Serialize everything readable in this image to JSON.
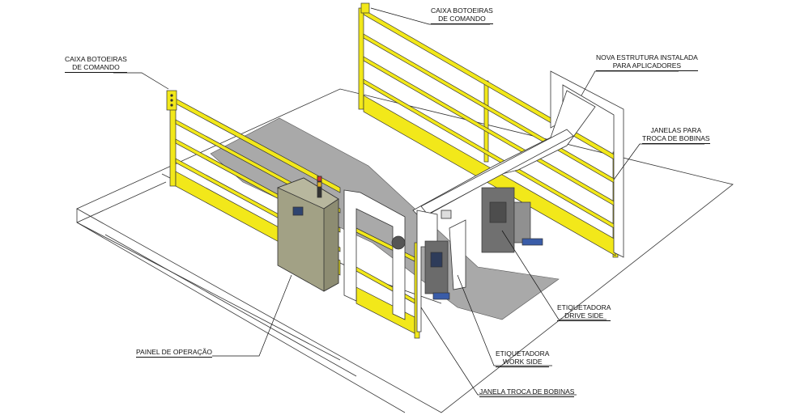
{
  "labels": {
    "caixa_top": [
      "CAIXA BOTOEIRAS",
      "DE COMANDO"
    ],
    "caixa_left": [
      "CAIXA BOTOEIRAS",
      "DE COMANDO"
    ],
    "nova_estrutura": [
      "NOVA ESTRUTURA INSTALADA",
      "PARA APLICADORES"
    ],
    "janelas": [
      "JANELAS PARA",
      "TROCA DE BOBINAS"
    ],
    "etiq_drive": [
      "ETIQUETADORA",
      "DRIVE SIDE"
    ],
    "etiq_work": [
      "ETIQUETADORA",
      "WORK SIDE"
    ],
    "painel": "PAINEL DE OPERAÇÃO",
    "janela_troca": "JANELA TROCA DE BOBINAS"
  },
  "colors": {
    "railing": "#F2E81A",
    "panel": "#A2A185",
    "floor_mat": "#A9A9A9",
    "structure": "#FFFFFF",
    "line": "#222222"
  }
}
